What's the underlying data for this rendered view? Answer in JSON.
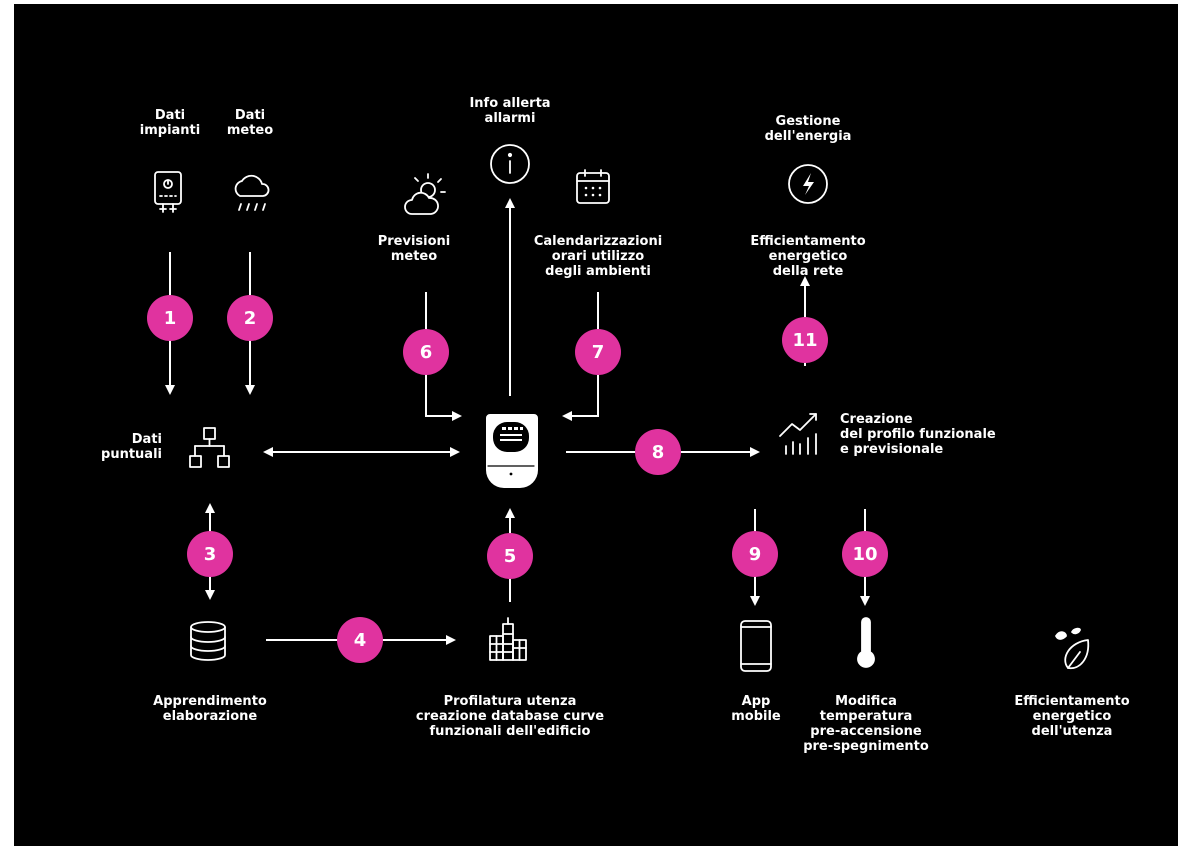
{
  "colors": {
    "background": "#000000",
    "foreground": "#ffffff",
    "accent": "#e0339f"
  },
  "labels": {
    "dati_impianti": [
      "Dati",
      "impianti"
    ],
    "dati_meteo": [
      "Dati",
      "meteo"
    ],
    "info_allerta": [
      "Info allerta",
      "allarmi"
    ],
    "gestione_energia": [
      "Gestione",
      "dell'energia"
    ],
    "previsioni_meteo": [
      "Previsioni",
      "meteo"
    ],
    "calendarizzazioni": [
      "Calendarizzazioni",
      "orari utilizzo",
      "degli ambienti"
    ],
    "efficientamento_rete": [
      "Efficientamento",
      "energetico",
      "della rete"
    ],
    "dati_puntuali": [
      "Dati",
      "puntuali"
    ],
    "creazione_profilo": [
      "Creazione",
      "del profilo funzionale",
      "e previsionale"
    ],
    "apprendimento": [
      "Apprendimento",
      "elaborazione"
    ],
    "profilatura": [
      "Profilatura utenza",
      "creazione database curve",
      "funzionali dell'edificio"
    ],
    "app_mobile": [
      "App",
      "mobile"
    ],
    "modifica_temperatura": [
      "Modifica",
      "temperatura",
      "pre-accensione",
      "pre-spegnimento"
    ],
    "efficientamento_utenza": [
      "Efficientamento",
      "energetico",
      "dell'utenza"
    ]
  },
  "steps": [
    "1",
    "2",
    "3",
    "4",
    "5",
    "6",
    "7",
    "8",
    "9",
    "10",
    "11"
  ],
  "icons": {
    "dati_impianti": "boiler-icon",
    "dati_meteo": "rain-cloud-icon",
    "info_allerta": "info-icon",
    "gestione_energia": "lightning-icon",
    "previsioni_meteo": "sun-cloud-icon",
    "calendarizzazioni": "calendar-icon",
    "dati_puntuali": "hierarchy-icon",
    "hub": "thermostat-device-icon",
    "creazione_profilo": "chart-trend-icon",
    "apprendimento": "database-icon",
    "profilatura": "building-icon",
    "app_mobile": "smartphone-icon",
    "modifica_temperatura": "thermometer-icon",
    "efficientamento_utenza": "leaf-icon"
  }
}
